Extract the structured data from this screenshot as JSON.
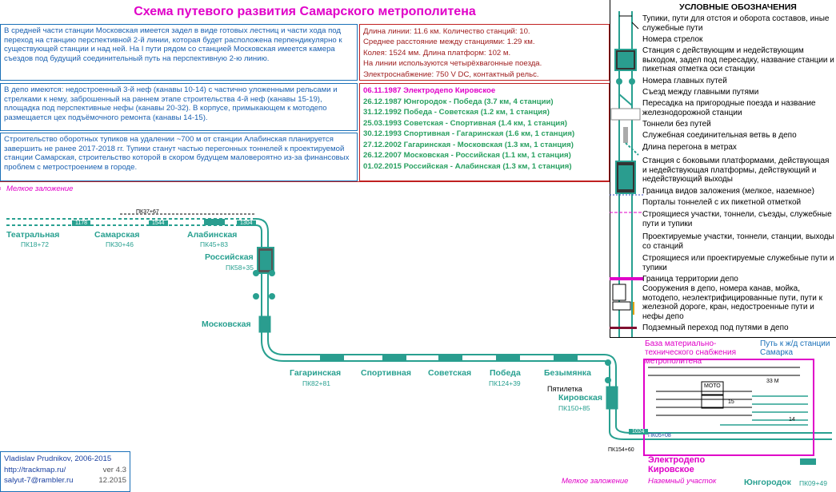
{
  "title": "Схема путевого развития Самарского метрополитена",
  "info": {
    "p1": "В средней части станции Московская имеется задел в виде готовых лестниц и части хода под переход на станцию перспективной 2-й линии, которая будет расположена перпендикулярно к существующей станции и над ней. На I пути рядом со станцией Московская имеется камера съездов под будущий соединительный путь на перспективную 2-ю линию.",
    "p2": "В депо имеются: недостроенный 3-й неф (канавы 10-14) с частично уложенными рельсами и стрелками к нему, заброшенный на раннем этапе строительства 4-й неф (канавы 15-19), площадка под перспективные нефы (канавы 20-32). В корпусе, примыкающем к мотодепо размещается цех подъёмочного ремонта (канавы 14-15).",
    "p3": "Строительство оборотных тупиков на удалении ~700 м от станции Алабинская планируется завершить не ранее 2017-2018 гг. Тупики станут частью перегонных тоннелей к проектируемой станции Самарская, строительство которой в скором будущем маловероятно из-за финансовых проблем с метростроением в городе."
  },
  "stats": [
    "Длина линии: 11.6 км. Количество станций: 10.",
    "Среднее расстояние между станциями: 1.29 км.",
    "Колея: 1524 мм. Длина платформ: 102 м.",
    "На линии используются четырёхвагонные поезда.",
    "Электроснабжение: 750 V DC, контактный рельс."
  ],
  "dates": [
    "06.11.1987 Электродепо Кировское",
    "26.12.1987 Юнгородок - Победа (3.7 км, 4 станции)",
    "31.12.1992 Победа - Советская (1.2 км, 1 станция)",
    "25.03.1993 Советская - Спортивная (1.4 км, 1 станция)",
    "30.12.1993 Спортивная - Гагаринская (1.6 км, 1 станция)",
    "27.12.2002 Гагаринская - Московская (1.3 км, 1 станция)",
    "26.12.2007 Московская - Российская (1.1 км, 1 станция)",
    "01.02.2015 Российская - Алабинская (1.3 км, 1 станция)"
  ],
  "legend": {
    "title": "УСЛОВНЫЕ ОБОЗНАЧЕНИЯ",
    "items": [
      "Тупики, пути для отстоя и оборота составов, иные служебные пути",
      "Номера стрелок",
      "Станция с действующим и недействующим выходом, задел под пересадку, название станции и пикетная отметка оси станции",
      "Номера главных путей",
      "Съезд между главными путями",
      "Пересадка на пригородные поезда и название железнодорожной станции",
      "Тоннели без путей",
      "Служебная соединительная ветвь в депо",
      "Длина перегона в метрах",
      "Станция с боковыми платформами, действующая и недействующая платформы, действующий и недействующий выходы",
      "Граница видов заложения (мелкое, наземное)",
      "Порталы тоннелей с их пикетной отметкой",
      "Строящиеся участки, тоннели, съезды, служебные пути и тупики",
      "Проектируемые участки, тоннели, станции, выходы со станций",
      "Строящиеся или проектируемые служебные пути и тупики",
      "Граница территории депо",
      "Сооружения в депо, номера канав, мойка, мотодепо, неэлектрифицированные пути, пути к железной дороге, кран, недостроенные пути и нефы депо",
      "Подземный переход под путями в депо"
    ]
  },
  "stations": [
    {
      "name": "Театральная",
      "pk": "ПК18+72"
    },
    {
      "name": "Самарская",
      "pk": "ПК30+46"
    },
    {
      "name": "Алабинская",
      "pk": "ПК45+83"
    },
    {
      "name": "Российская",
      "pk": "ПК58+35"
    },
    {
      "name": "Московская",
      "pk": ""
    },
    {
      "name": "Гагаринская",
      "pk": "ПК82+81"
    },
    {
      "name": "Спортивная",
      "pk": ""
    },
    {
      "name": "Советская",
      "pk": ""
    },
    {
      "name": "Победа",
      "pk": "ПК124+39"
    },
    {
      "name": "Безымянка",
      "pk": ""
    },
    {
      "name": "Кировская",
      "pk": "ПК150+85"
    },
    {
      "name": "Юнгородок",
      "pk": "ПК09+49"
    }
  ],
  "track_labels": {
    "len1": "1178",
    "len2": "1544",
    "len3": "1304",
    "len4": "1024",
    "pk_tunnel": "ПК37+67",
    "pk_portal1": "ПК154+60",
    "pk_portal2": "ПК05+08",
    "pyatiletka": "Пятилетка",
    "shallow": "Мелкое заложение",
    "surface": "Наземный участок",
    "depot_base": "База материально-технического снабжения метрополитена",
    "depot_rail": "Путь к ж/д станции Самарка",
    "depot_name": "Электродепо Кировское",
    "moto": "МОТО",
    "canal15": "15",
    "canal14": "14",
    "canal33": "33 М"
  },
  "credits": {
    "author": "Vladislav Prudnikov, 2006-2015",
    "site": "http://trackmap.ru/",
    "version": "ver 4.3",
    "email": "salyut-7@rambler.ru",
    "date": "12.2015"
  },
  "colors": {
    "track": "#28a090",
    "title": "#e000c8",
    "info": "#1a60b0",
    "stats": "#a02020",
    "dates": "#28a060"
  }
}
